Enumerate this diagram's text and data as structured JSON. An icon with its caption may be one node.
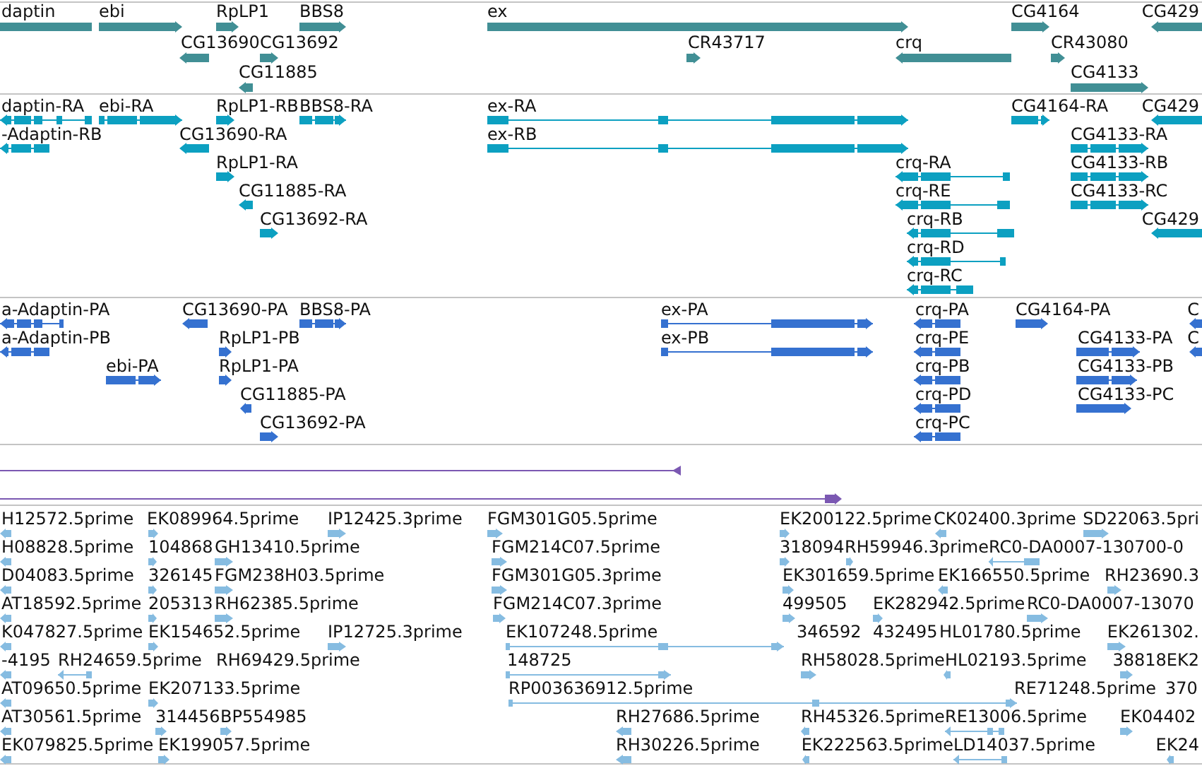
{
  "diagram": {
    "labels": [
      "daptin",
      "ebi",
      "RpLP1",
      "BBS8",
      "ex",
      "CG4164",
      "CG429",
      "CG13690",
      "CG13692",
      "CR43717",
      "crq",
      "CR43080",
      "CG11885",
      "CG4133",
      "daptin-RA",
      "ebi-RA",
      "RpLP1-RB",
      "BBS8-RA",
      "ex-RA",
      "CG4164-RA",
      "CG429",
      "-Adaptin-RB",
      "CG13690-RA",
      "ex-RB",
      "CG4133-RA",
      "RpLP1-RA",
      "crq-RA",
      "CG4133-RB",
      "CG11885-RA",
      "crq-RE",
      "CG4133-RC",
      "CG13692-RA",
      "crq-RB",
      "CG429",
      "crq-RD",
      "crq-RC",
      "a-Adaptin-PA",
      "CG13690-PA",
      "BBS8-PA",
      "ex-PA",
      "crq-PA",
      "CG4164-PA",
      "C",
      "a-Adaptin-PB",
      "RpLP1-PB",
      "ex-PB",
      "crq-PE",
      "CG4133-PA",
      "C",
      "ebi-PA",
      "RpLP1-PA",
      "crq-PB",
      "CG4133-PB",
      "CG11885-PA",
      "crq-PD",
      "CG4133-PC",
      "CG13692-PA",
      "crq-PC",
      "H12572.5prime",
      "EK089964.5prime",
      "IP12425.3prime",
      "FGM301G05.5prime",
      "EK200122.5prime",
      "CK02400.3prime",
      "SD22063.5pri",
      "H08828.5prime",
      "104868",
      "GH13410.5prime",
      "FGM214C07.5prime",
      "318094",
      "RH59946.3prime",
      "RC0-DA0007-130700-0",
      "D04083.5prime",
      "326145",
      "FGM238H03.5prime",
      "FGM301G05.3prime",
      "EK301659.5prime",
      "EK166550.5prime",
      "RH23690.3",
      "AT18592.5prime",
      "205313",
      "RH62385.5prime",
      "FGM214C07.3prime",
      "499505",
      "EK282942.5prime",
      "RC0-DA0007-13070",
      "K047827.5prime",
      "EK154652.5prime",
      "IP12725.3prime",
      "EK107248.5prime",
      "346592",
      "432495",
      "HL01780.5prime",
      "EK261302.",
      "-4195",
      "RH24659.5prime",
      "RH69429.5prime",
      "148725",
      "RH58028.5prime",
      "HL02193.5prime",
      "38818",
      "EK2",
      "AT09650.5prime",
      "EK207133.5prime",
      "RP003636912.5prime",
      "RE71248.5prime",
      "370",
      "AT30561.5prime",
      "314456",
      "BP554985",
      "RH27686.5prime",
      "RH45326.5prime",
      "RE13006.5prime",
      "EK04402",
      "EK079825.5prime",
      "EK199057.5prime",
      "RH30226.5prime",
      "EK222563.5prime",
      "LD14037.5prime",
      "EK24"
    ]
  }
}
